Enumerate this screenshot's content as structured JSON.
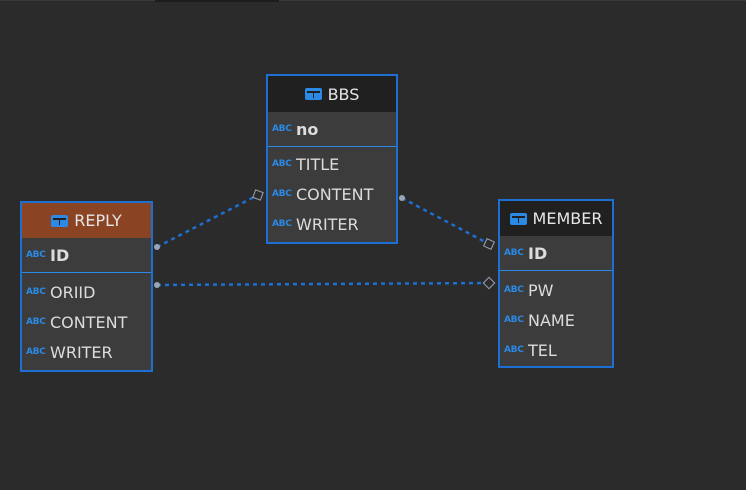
{
  "entities": {
    "bbs": {
      "name": "BBS",
      "key": "no",
      "columns": [
        "TITLE",
        "CONTENT",
        "WRITER"
      ]
    },
    "reply": {
      "name": "REPLY",
      "key": "ID",
      "columns": [
        "ORIID",
        "CONTENT",
        "WRITER"
      ]
    },
    "member": {
      "name": "MEMBER",
      "key": "ID",
      "columns": [
        "PW",
        "NAME",
        "TEL"
      ]
    }
  },
  "type_badge": "ABC",
  "colors": {
    "canvas": "#2b2b2b",
    "border": "#1d6fd1",
    "reply_header": "#8a4323",
    "link": "#1d6fd1"
  },
  "relations": [
    {
      "from": "reply",
      "to": "bbs",
      "style": "dashed"
    },
    {
      "from": "bbs",
      "to": "member",
      "style": "dashed"
    },
    {
      "from": "reply",
      "to": "member",
      "style": "dashed"
    }
  ]
}
